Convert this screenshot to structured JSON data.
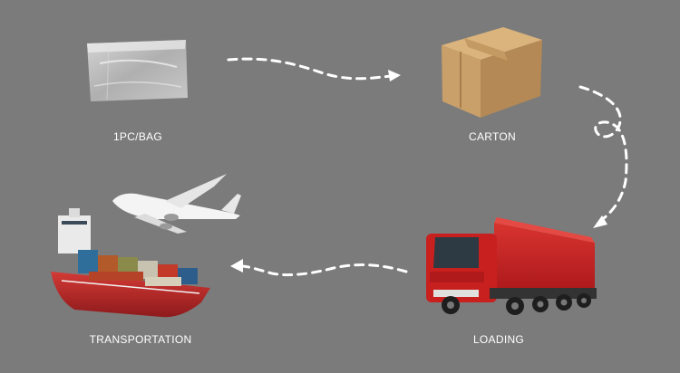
{
  "steps": {
    "bag": {
      "label": "1PC/BAG",
      "icon": "plastic-bag-icon"
    },
    "carton": {
      "label": "CARTON",
      "icon": "cardboard-box-icon"
    },
    "loading": {
      "label": "LOADING",
      "icon": "cargo-truck-icon"
    },
    "transportation": {
      "label": "TRANSPORTATION",
      "icon": "ship-and-airplane-icon"
    }
  },
  "colors": {
    "background": "#7b7b7b",
    "arrow": "#ffffff",
    "box": "#c9a06a",
    "truck": "#c8201e",
    "ship_hull": "#c0282a"
  }
}
